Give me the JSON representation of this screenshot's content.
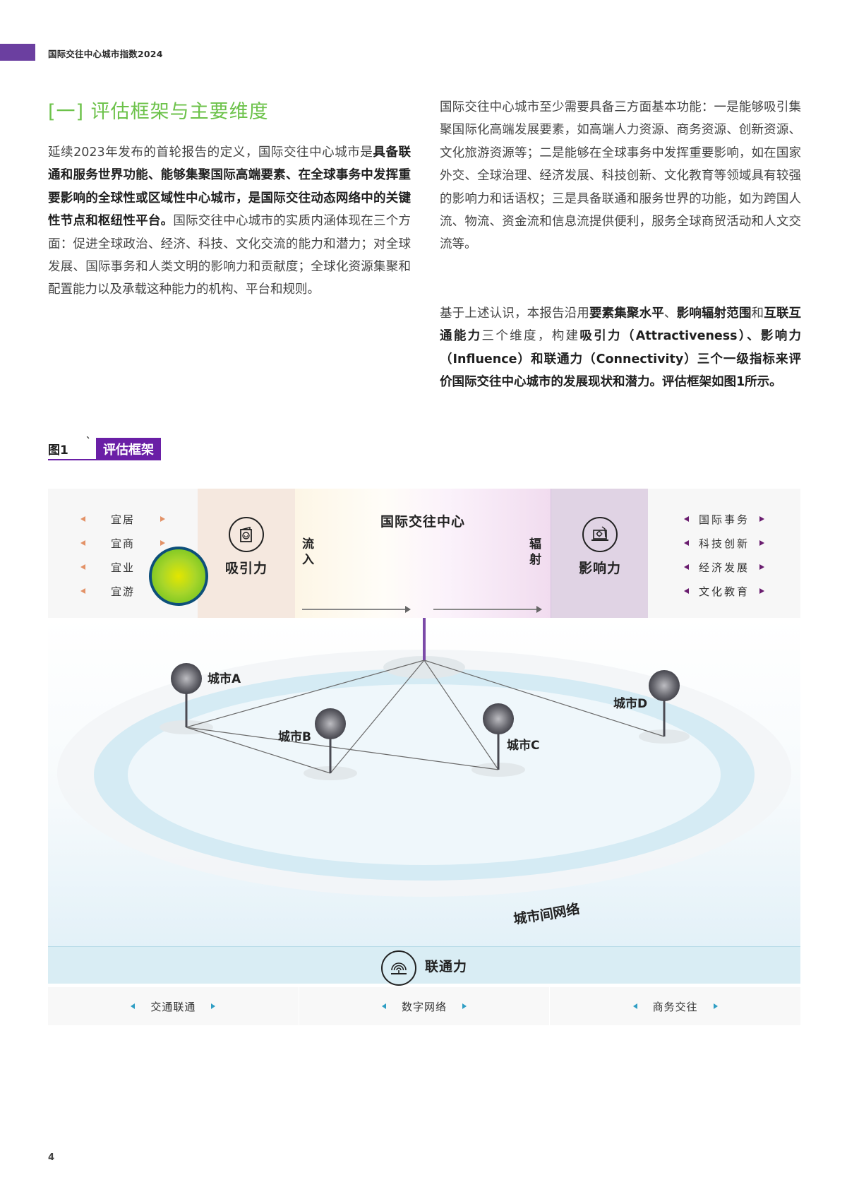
{
  "header": {
    "title": "国际交往中心城市指数2024",
    "accent_color": "#6b3fa0"
  },
  "section": {
    "title": "[一] 评估框架与主要维度",
    "title_color": "#6cc24a"
  },
  "left_column": {
    "p1_a": "延续2023年发布的首轮报告的定义，国际交往中心城市是",
    "p1_bold": "具备联通和服务世界功能、能够集聚国际高端要素、在全球事务中发挥重要影响的全球性或区域性中心城市，是国际交往动态网络中的关键性节点和枢纽性平台。",
    "p1_b": "国际交往中心城市的实质内涵体现在三个方面：促进全球政治、经济、科技、文化交流的能力和潜力；对全球发展、国际事务和人类文明的影响力和贡献度；全球化资源集聚和配置能力以及承载这种能力的机构、平台和规则。"
  },
  "right_column": {
    "p1": "国际交往中心城市至少需要具备三方面基本功能：一是能够吸引集聚国际化高端发展要素，如高端人力资源、商务资源、创新资源、文化旅游资源等；二是能够在全球事务中发挥重要影响，如在国家外交、全球治理、经济发展、科技创新、文化教育等领域具有较强的影响力和话语权；三是具备联通和服务世界的功能，如为跨国人流、物流、资金流和信息流提供便利，服务全球商贸活动和人文交流等。",
    "p2_a": "基于上述认识，本报告沿用",
    "p2_b1": "要素集聚水平",
    "p2_c": "、",
    "p2_b2": "影响辐射范围",
    "p2_d": "和",
    "p2_b3": "互联互通能力",
    "p2_e": "三个维度，构建",
    "p2_b4": "吸引力",
    "p2_f": "（Attractiveness）、",
    "p2_b5": "影响力",
    "p2_g": "（Influence）和",
    "p2_b6": "联通力",
    "p2_h": "（Connectivity）三个一级指标来评价国际交往中心城市的发展现状和潜力。评估框架如图1所示。"
  },
  "figure": {
    "number": "图1",
    "tick": "`",
    "title": "评估框架",
    "label_color": "#6a1fa6",
    "attractiveness": {
      "label": "吸引力",
      "icon": "passport-icon",
      "items": [
        "宜居",
        "宜商",
        "宜业",
        "宜游"
      ]
    },
    "center": {
      "title": "国际交往中心",
      "flow_in": "流入",
      "flow_out": "辐射"
    },
    "influence": {
      "label": "影响力",
      "icon": "laptop-gear-icon",
      "items": [
        "国际事务",
        "科技创新",
        "经济发展",
        "文化教育"
      ]
    },
    "network": {
      "cities": [
        "城市A",
        "城市B",
        "城市C",
        "城市D"
      ],
      "ring_label": "城市间网络"
    },
    "connectivity": {
      "label": "联通力",
      "icon": "signal-tower-icon",
      "items": [
        "交通联通",
        "数字网络",
        "商务交往"
      ]
    }
  },
  "footer": {
    "page_number": "4"
  }
}
